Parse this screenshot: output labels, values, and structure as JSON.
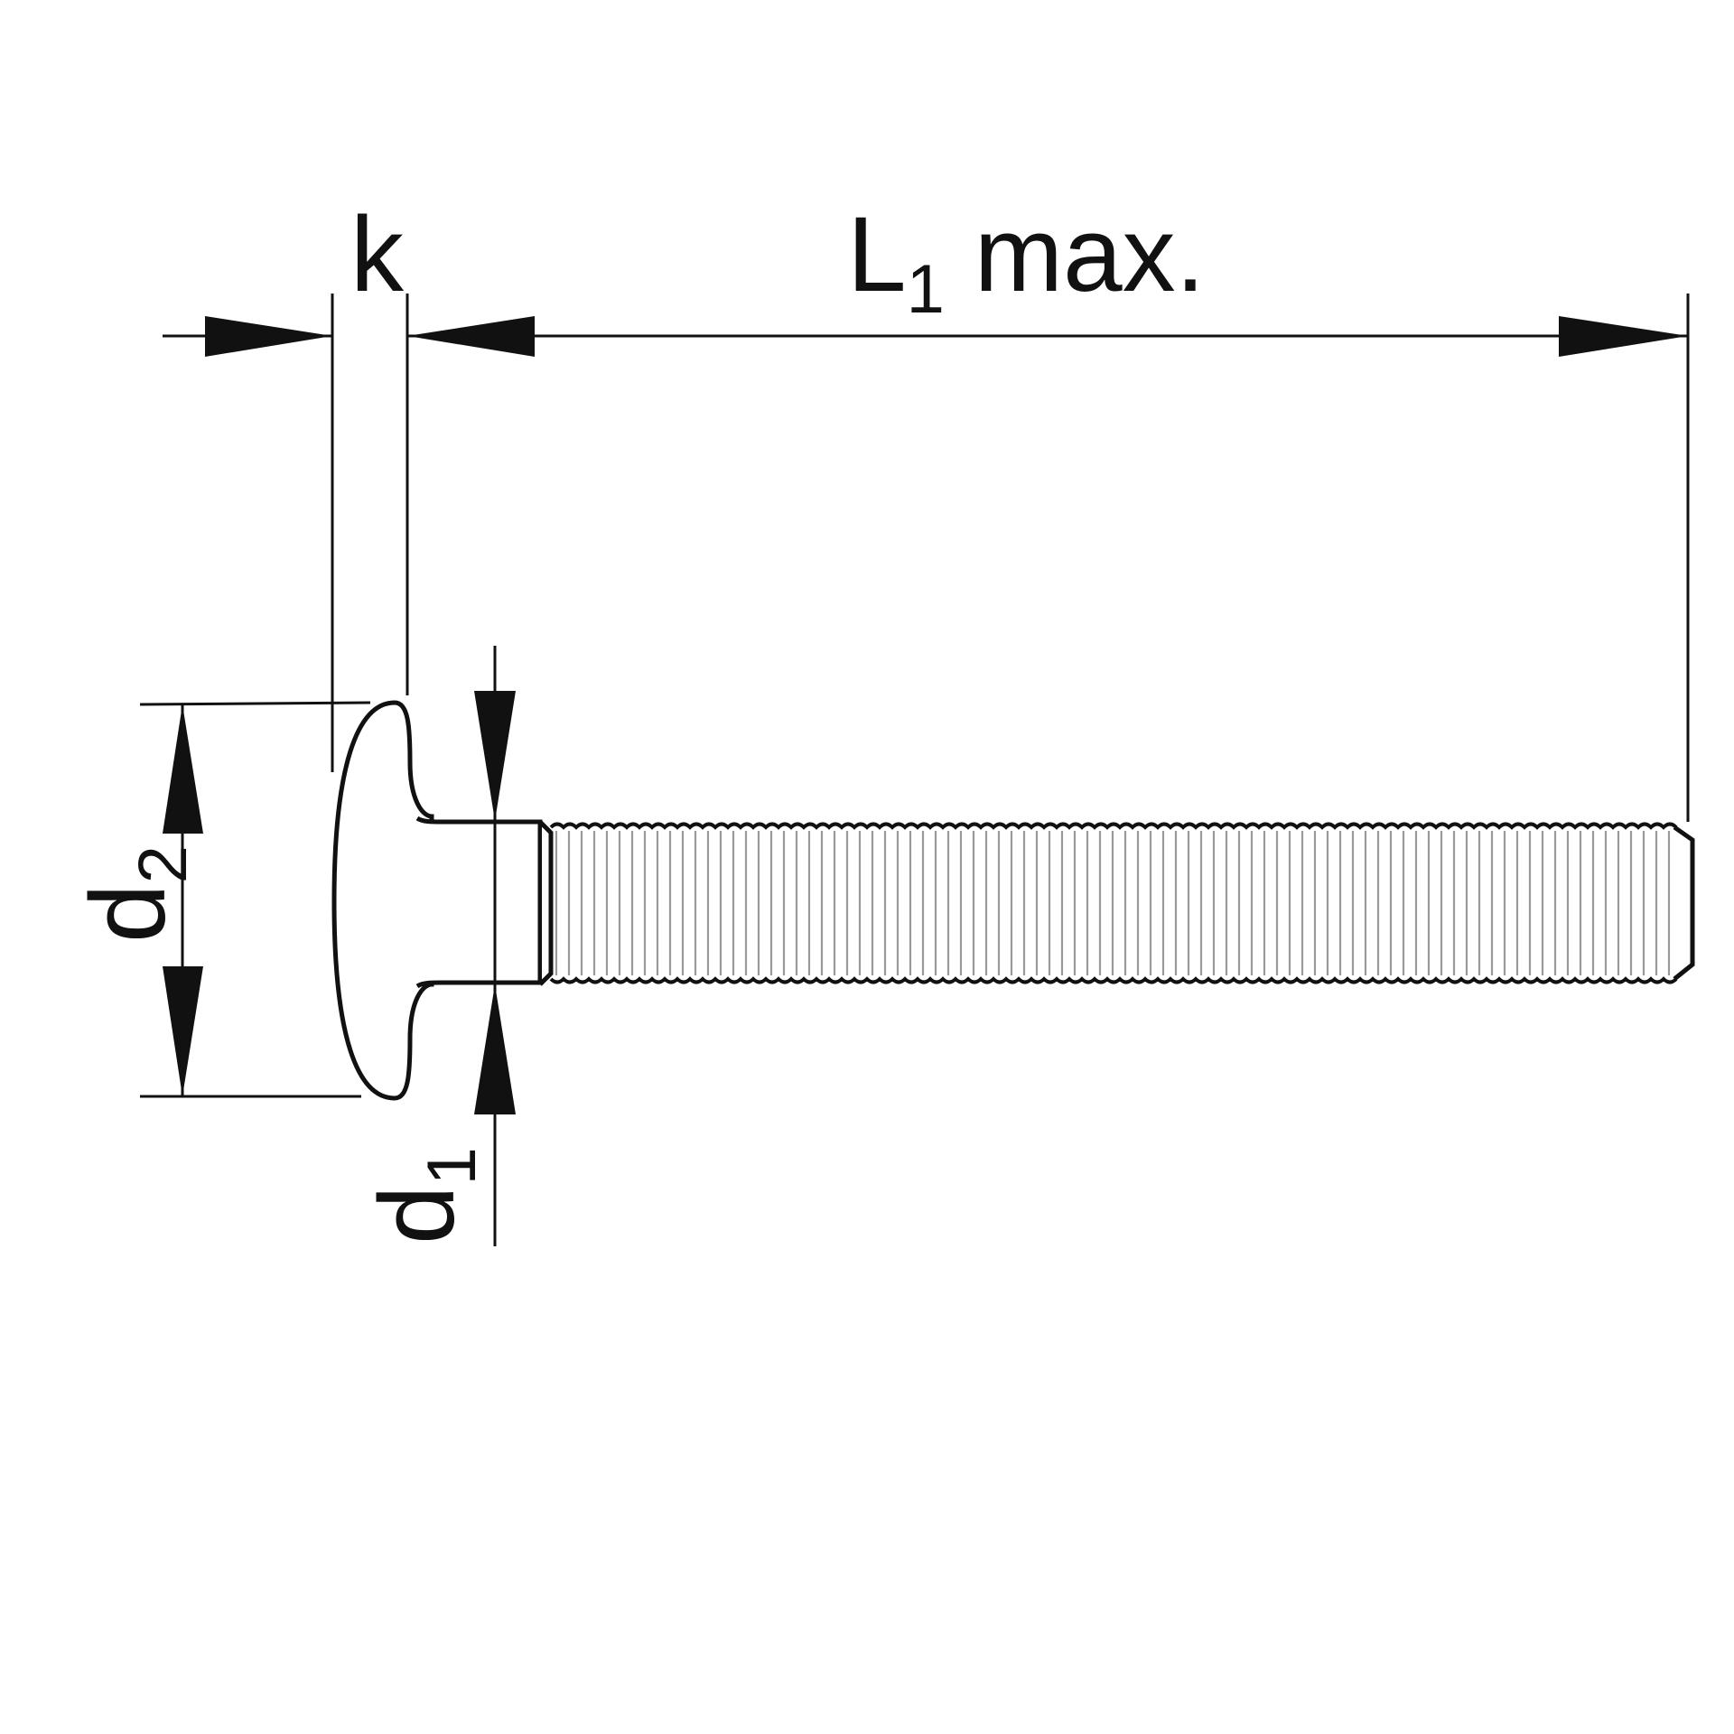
{
  "diagram": {
    "labels": {
      "head_height": "k",
      "length_main": "L",
      "length_sub": "1",
      "length_suffix": " max.",
      "head_diameter_main": "d",
      "head_diameter_sub": "2",
      "shank_diameter_main": "d",
      "shank_diameter_sub": "1"
    },
    "colors": {
      "line": "#111111",
      "thread": "#9a9a9a",
      "background": "#ffffff"
    }
  }
}
